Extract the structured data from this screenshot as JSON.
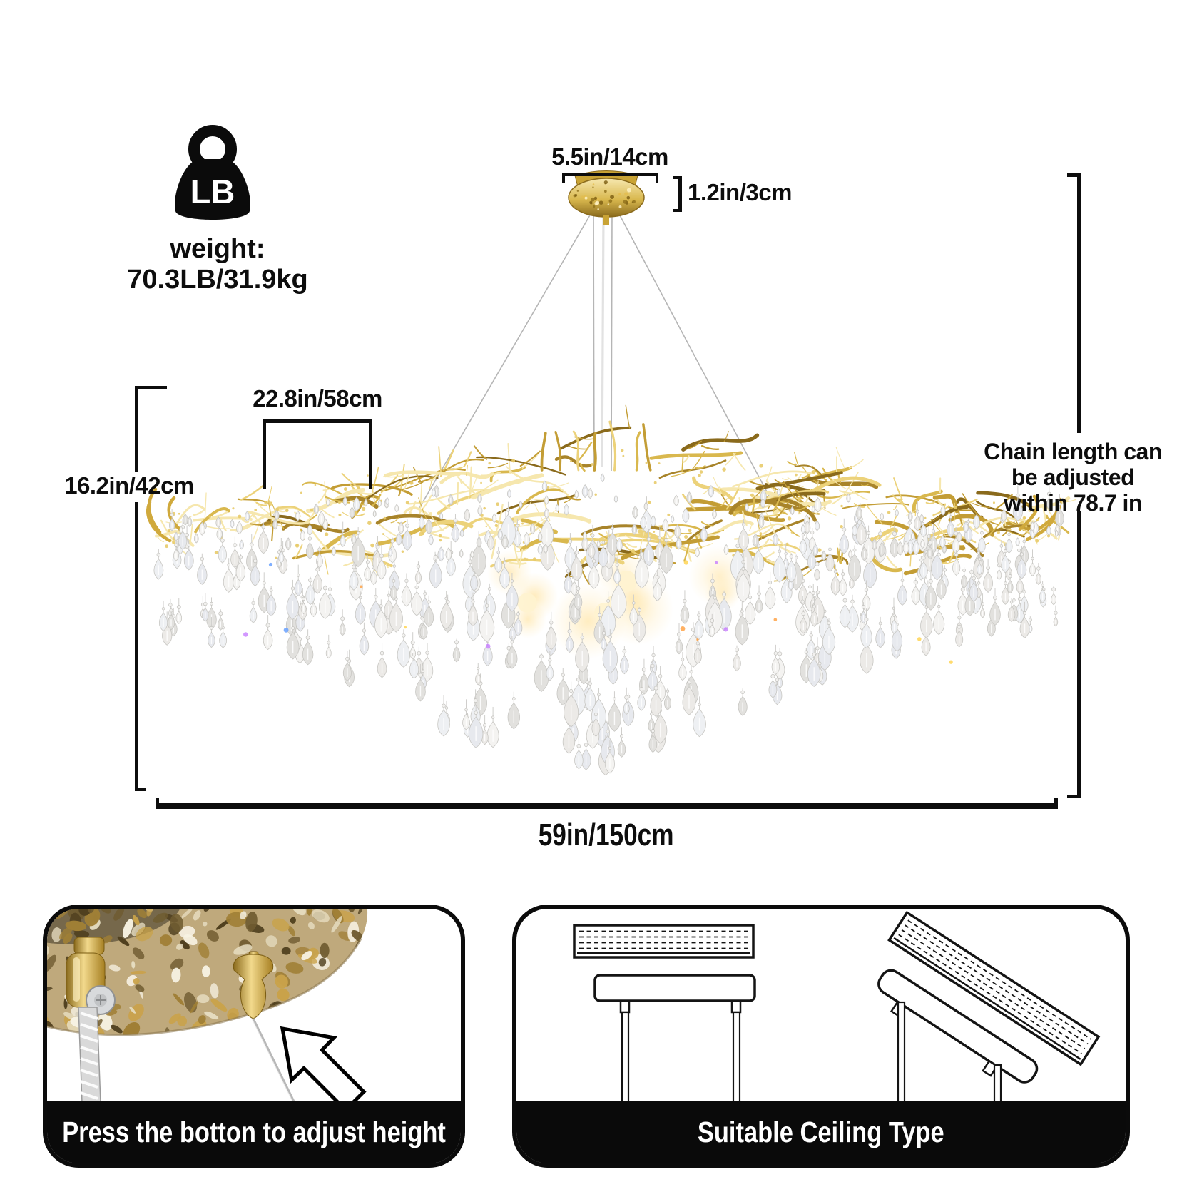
{
  "weight": {
    "icon_text": "LB",
    "label": "weight: 70.3LB/31.9kg"
  },
  "dimensions": {
    "canopy_width": "5.5in/14cm",
    "canopy_height": "1.2in/3cm",
    "upper_section_width": "22.8in/58cm",
    "fixture_height": "16.2in/42cm",
    "fixture_width": "59in/150cm",
    "chain_note": "Chain length can be adjusted within 78.7 in"
  },
  "panels": {
    "height_adjust": {
      "caption": "Press the botton to adjust height"
    },
    "ceiling_type": {
      "caption": "Suitable Ceiling Type"
    }
  },
  "icons": {
    "weight": "weight-kettlebell-icon",
    "arrow": "arrow-up-left-icon"
  },
  "colors": {
    "annotation": "#0d0d0d",
    "background": "#ffffff",
    "caption_bar": "#0a0a0a",
    "caption_text": "#ffffff",
    "cable": "#b5b5b5",
    "gold_palette": [
      "#8a6a1c",
      "#a8842a",
      "#c39d35",
      "#d9b84e",
      "#ecd27a",
      "#f6e7ae"
    ],
    "crystal_palette": [
      "#f4f3f1",
      "#eceae7",
      "#e2e1de",
      "#eef0f3",
      "#e7e9ee"
    ],
    "crystal_stroke": "#c8c7c3",
    "glow": "#ffe3a0"
  }
}
